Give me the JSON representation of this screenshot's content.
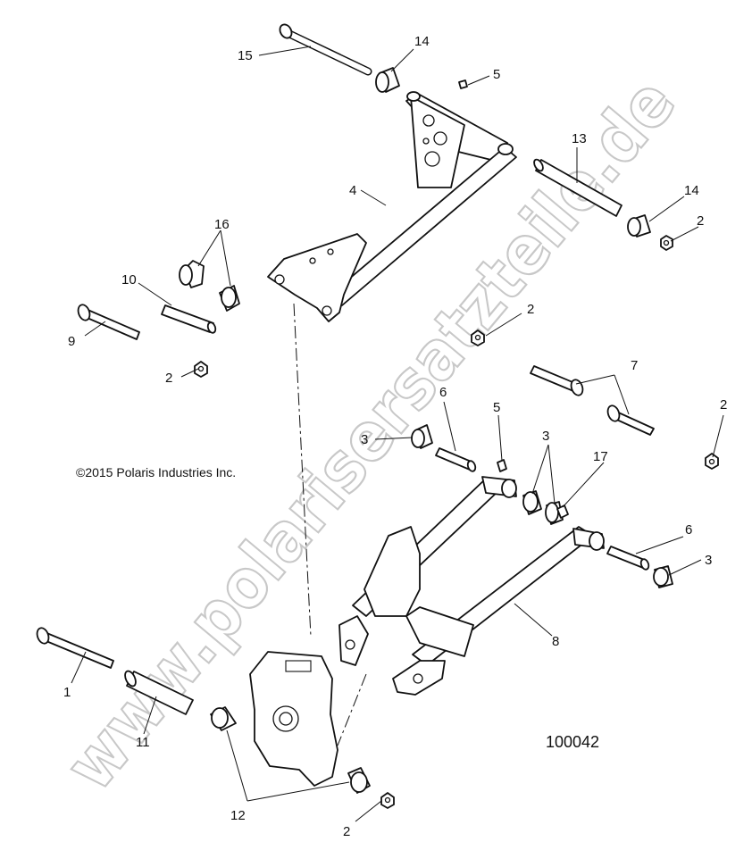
{
  "watermark": "www.polarisersatzteile.de",
  "copyright": "©2015 Polaris Industries Inc.",
  "diagram_number": "100042",
  "callouts": {
    "c15": "15",
    "c14a": "14",
    "c5a": "5",
    "c13": "13",
    "c14b": "14",
    "c2a": "2",
    "c4": "4",
    "c16": "16",
    "c10": "10",
    "c9": "9",
    "c2b": "2",
    "c2c": "2",
    "c7": "7",
    "c2d": "2",
    "c3a": "3",
    "c6a": "6",
    "c5b": "5",
    "c3b": "3",
    "c17": "17",
    "c6b": "6",
    "c3c": "3",
    "c8": "8",
    "c1": "1",
    "c11": "11",
    "c12": "12",
    "c2e": "2"
  }
}
